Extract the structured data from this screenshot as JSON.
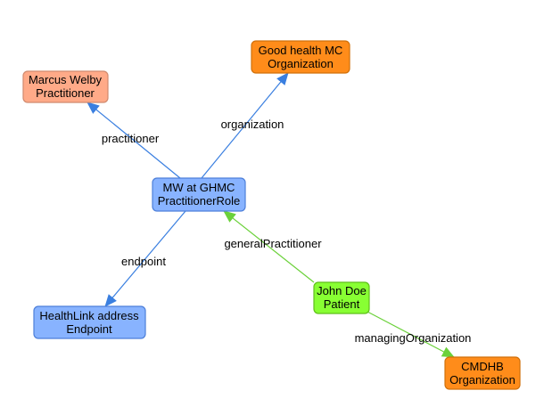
{
  "colors": {
    "practitioner_fill": "#ffaa88",
    "practitioner_stroke": "#d08a6e",
    "organization_fill": "#ff8c1a",
    "organization_stroke": "#d0700a",
    "blue_fill": "#88b3ff",
    "blue_stroke": "#4d7fd9",
    "patient_fill": "#88ff33",
    "patient_stroke": "#5fbf1a",
    "blue_edge": "#3a7fe0",
    "green_edge": "#6bd13a"
  },
  "nodes": {
    "marcus_welby": {
      "line1": "Marcus Welby",
      "line2": "Practitioner"
    },
    "good_health": {
      "line1": "Good health MC",
      "line2": "Organization"
    },
    "mw_ghmc": {
      "line1": "MW at GHMC",
      "line2": "PractitionerRole"
    },
    "healthlink": {
      "line1": "HealthLink address",
      "line2": "Endpoint"
    },
    "john_doe": {
      "line1": "John Doe",
      "line2": "Patient"
    },
    "cmdhb": {
      "line1": "CMDHB",
      "line2": "Organization"
    }
  },
  "edges": {
    "practitioner": "practitioner",
    "organization": "organization",
    "endpoint": "endpoint",
    "general_practitioner": "generalPractitioner",
    "managing_organization": "managingOrganization"
  }
}
